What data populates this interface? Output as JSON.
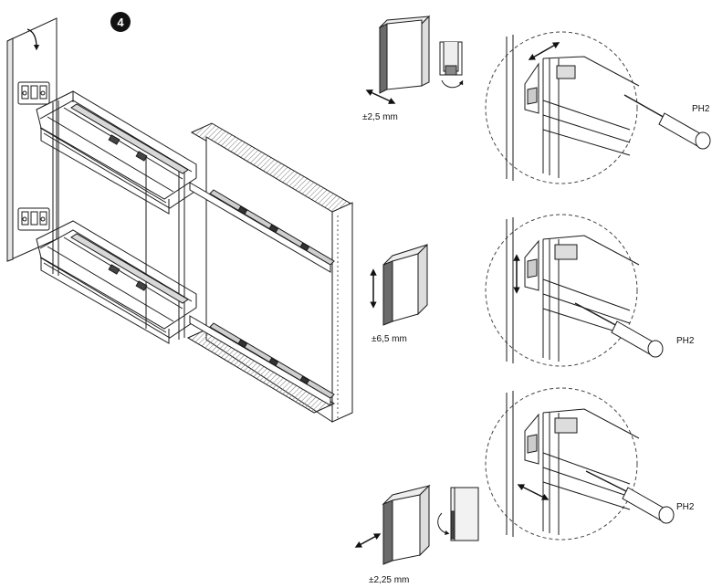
{
  "step": {
    "number": "4"
  },
  "adjustments": [
    {
      "id": "depth",
      "label": "±2,5 mm"
    },
    {
      "id": "height",
      "label": "±6,5 mm"
    },
    {
      "id": "side",
      "label": "±2,25 mm"
    }
  ],
  "tool": {
    "label": "PH2"
  },
  "colors": {
    "line": "#1a1a1a",
    "panel_dark": "#6b6b6b",
    "panel_mid": "#9a9a9a",
    "hatch": "#555555"
  }
}
